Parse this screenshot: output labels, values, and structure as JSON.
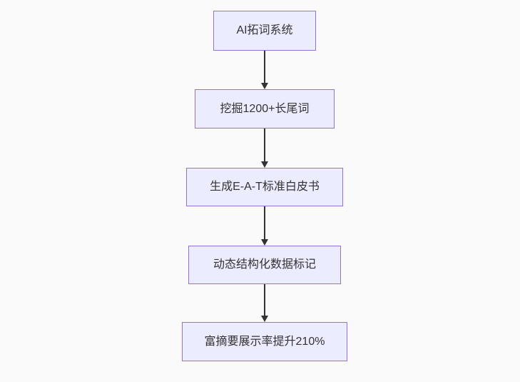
{
  "diagram": {
    "type": "flowchart",
    "direction": "top-down",
    "nodes": [
      {
        "id": "node-1",
        "label": "AI拓词系统"
      },
      {
        "id": "node-2",
        "label": "挖掘1200+长尾词"
      },
      {
        "id": "node-3",
        "label": "生成E-A-T标准白皮书"
      },
      {
        "id": "node-4",
        "label": "动态结构化数据标记"
      },
      {
        "id": "node-5",
        "label": "富摘要展示率提升210%"
      }
    ],
    "edges": [
      {
        "from": "node-1",
        "to": "node-2",
        "style": "arrow-down"
      },
      {
        "from": "node-2",
        "to": "node-3",
        "style": "arrow-down"
      },
      {
        "from": "node-3",
        "to": "node-4",
        "style": "arrow-down"
      },
      {
        "from": "node-4",
        "to": "node-5",
        "style": "arrow-down"
      }
    ],
    "colors": {
      "node_fill": "#ECECFF",
      "node_border": "#9370DB",
      "node_text": "#333333",
      "edge": "#333333",
      "background": "#fafafa"
    }
  }
}
